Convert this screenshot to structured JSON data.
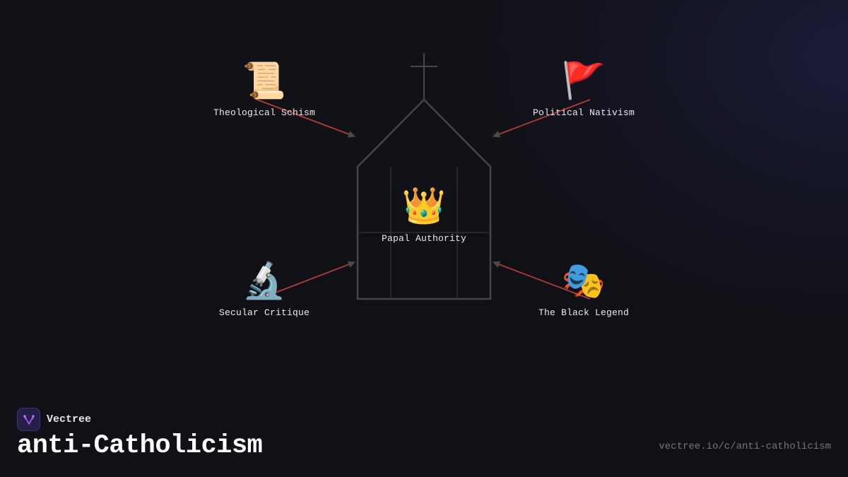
{
  "brand": {
    "name": "Vectree",
    "logo_icon": "vectree-branch-logo",
    "logo_color": "#a855f7"
  },
  "title": "anti-Catholicism",
  "url": "vectree.io/c/anti-catholicism",
  "diagram": {
    "center": {
      "label": "Papal Authority",
      "icon": "crown-icon",
      "emoji": "👑",
      "container_shape": "church-outline-with-cross"
    },
    "nodes": [
      {
        "id": "theological-schism",
        "label": "Theological Schism",
        "icon": "scroll-icon",
        "emoji": "📜",
        "position": "top-left"
      },
      {
        "id": "political-nativism",
        "label": "Political Nativism",
        "icon": "red-flag-icon",
        "emoji": "🚩",
        "position": "top-right"
      },
      {
        "id": "secular-critique",
        "label": "Secular Critique",
        "icon": "microscope-icon",
        "emoji": "🔬",
        "position": "bottom-left"
      },
      {
        "id": "black-legend",
        "label": "The Black Legend",
        "icon": "theater-masks-icon",
        "emoji": "🎭",
        "position": "bottom-right"
      }
    ],
    "edges": [
      {
        "from": "theological-schism",
        "to": "center"
      },
      {
        "from": "political-nativism",
        "to": "center"
      },
      {
        "from": "secular-critique",
        "to": "center"
      },
      {
        "from": "black-legend",
        "to": "center"
      }
    ],
    "colors": {
      "edge_line": "#b33a3a",
      "arrowhead": "#4a4a50",
      "church_outline": "#45454b",
      "background": "#101016"
    }
  }
}
